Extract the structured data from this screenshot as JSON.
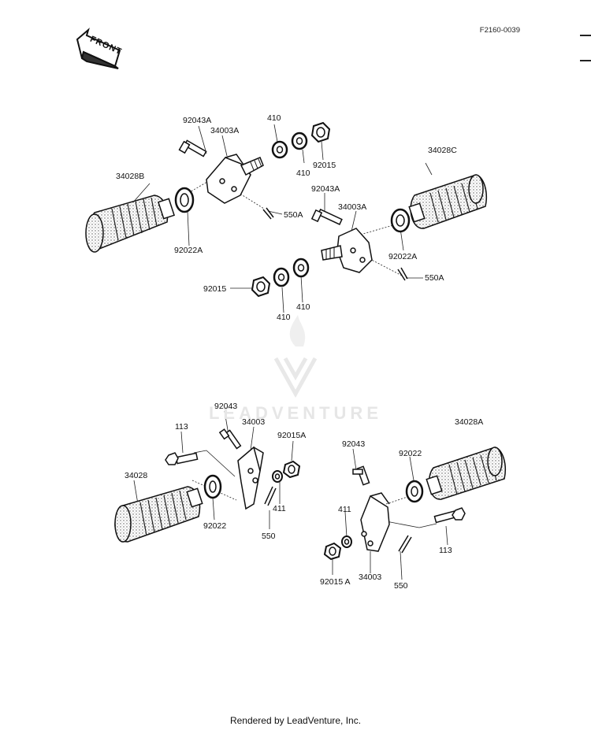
{
  "drawing_code": "F2160-0039",
  "front_badge": "FRONT",
  "watermark": "LEADVENTURE",
  "footer": "Rendered by LeadVenture, Inc.",
  "labels": {
    "top_left_bolt": "92043A",
    "top_left_bracket": "34003A",
    "top_washer_410_a": "410",
    "top_washer_410_b": "410",
    "top_nut": "92015",
    "top_left_peg": "34028B",
    "top_left_washer": "92022A",
    "top_left_pin": "550A",
    "top_right_peg": "34028C",
    "top_right_bolt": "92043A",
    "top_right_bracket": "34003A",
    "top_right_washer": "92022A",
    "top_right_pin": "550A",
    "mid_nut": "92015",
    "mid_washer_410_a": "410",
    "mid_washer_410_b": "410",
    "bl_bolt_92043": "92043",
    "bl_bolt_113": "113",
    "bl_bracket": "34003",
    "bl_nut": "92015A",
    "bl_peg": "34028",
    "bl_washer": "92022",
    "bl_washer_411": "411",
    "bl_pin": "550",
    "br_bolt_92043": "92043",
    "br_peg": "34028A",
    "br_washer": "92022",
    "br_washer_411": "411",
    "br_bolt_113": "113",
    "br_nut": "92015 A",
    "br_bracket": "34003",
    "br_pin": "550"
  }
}
